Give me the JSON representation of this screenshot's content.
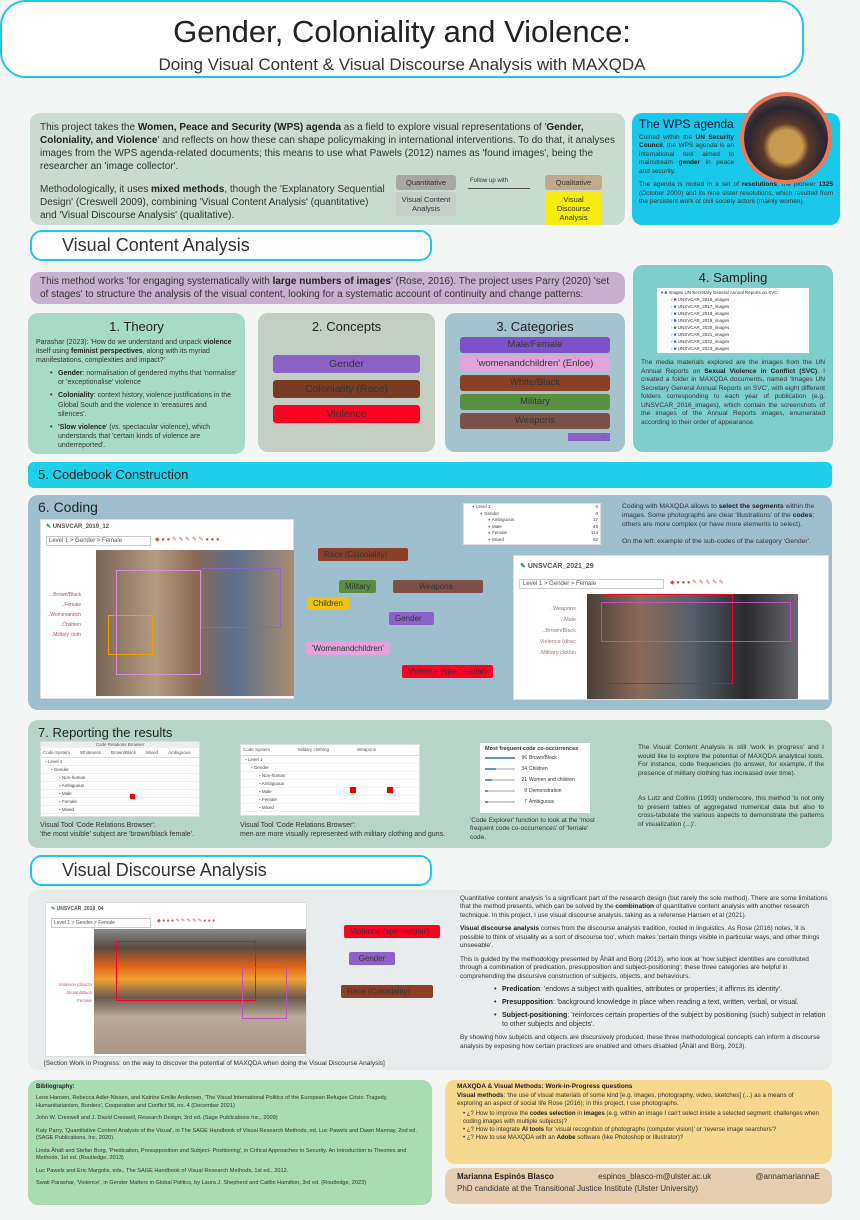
{
  "header": {
    "title": "Gender, Coloniality and Violence:",
    "subtitle": "Doing Visual Content & Visual Discourse Analysis with MAXQDA"
  },
  "intro": {
    "p1": [
      [
        "This project takes the ",
        0
      ],
      [
        "Women, Peace and Security (WPS) agenda",
        1
      ],
      [
        " as a field to explore visual representations of '",
        0
      ],
      [
        "Gender, Coloniality, and Violence",
        1
      ],
      [
        "' and reflects on how these can shape policymaking in international interventions. To do that, it analyses images from the WPS agenda-related documents; this means to use what Pawels (2012) names as 'found images', being the researcher an 'image collector'.",
        0
      ]
    ],
    "p2": [
      [
        "Methodologically, it uses ",
        0
      ],
      [
        "mixed methods",
        1
      ],
      [
        ", though the 'Explanatory Sequential Design' (Creswell 2009), combining 'Visual Content Analysis' (quantitative) and 'Visual Discourse Analysis' (qualitative).",
        0
      ]
    ],
    "flow": {
      "quant": "Quantitative",
      "quant_sub": "Visual Content Analysis",
      "arrow": "Follow up with",
      "qual": "Qualitative",
      "qual_sub": "Visual Discourse Analysis"
    }
  },
  "wps": {
    "title": "The WPS agenda",
    "p1": [
      [
        "Coined within the ",
        0
      ],
      [
        "UN Security Council",
        1
      ],
      [
        ", the WPS agenda is an international tool aimed to mainstream ",
        0
      ],
      [
        "gender",
        1
      ],
      [
        " in peace and security.",
        0
      ]
    ],
    "p2": [
      [
        "The agenda is rooted in a set of ",
        0
      ],
      [
        "resolutions",
        1
      ],
      [
        ", the pioneer ",
        0
      ],
      [
        "1325",
        1
      ],
      [
        " (October 2000) and its nine sister resolutions, which resulted from the persistent work of civil society actors (mainly women).",
        0
      ]
    ]
  },
  "vca": {
    "heading": "Visual Content Analysis",
    "lead": [
      [
        "This method works 'for engaging systematically with ",
        0
      ],
      [
        "large numbers of images",
        1
      ],
      [
        "' (Rose, 2016). The project uses Parry (2020) 'set of stages' to structure the analysis of the visual content, looking for a systematic account of continuity and change patterns:",
        0
      ]
    ],
    "theory": {
      "title": "1. Theory",
      "quote": [
        [
          "Parashar (2023): 'How do we understand and unpack ",
          0
        ],
        [
          "violence",
          1
        ],
        [
          " itself using ",
          0
        ],
        [
          "feminist perspectives",
          1
        ],
        [
          ", along with its myriad manifestations, complexities and impact?'",
          0
        ]
      ],
      "bullets": [
        [
          [
            "Gender",
            1
          ],
          [
            ": normalisation of gendered myths that 'normalise' or 'exceptionalise' violence",
            0
          ]
        ],
        [
          [
            "Coloniality",
            1
          ],
          [
            ": context history, violence justifications in the Global South and the violence in 'ereasures and silences'.",
            0
          ]
        ],
        [
          [
            "'Slow violence",
            1
          ],
          [
            "' (vs. spectacular violence), which understands that 'certain kinds of violence are underreported'.",
            0
          ]
        ]
      ]
    },
    "concepts": {
      "title": "2. Concepts",
      "items": [
        "Gender",
        "Coloniality (Race)",
        "Violence"
      ]
    },
    "categories": {
      "title": "3. Categories",
      "items": [
        "Male/Female",
        "'womenandchildren' (Enloe)",
        "White/Black",
        "Military",
        "Weapons"
      ],
      "more": "..."
    },
    "sampling": {
      "title": "4. Sampling",
      "root": "Images UN Secretary General Annual Reports on SVC",
      "folders": [
        "UNSVCAR_2016_images",
        "UNSVCAR_2017_images",
        "UNSVCAR_2018_images",
        "UNSVCAR_2019_images",
        "UNSVCAR_2020_images",
        "UNSVCAR_2021_images",
        "UNSVCAR_2022_images",
        "UNSVCAR_2023_images"
      ],
      "text": [
        [
          "The media materials explored are the images from the UN Annual Reports on ",
          0
        ],
        [
          "Sexual Violence in Conflict (SVC)",
          1
        ],
        [
          ". I created a folder in MAXQDA documents, named 'Images UN Secretary General Annual Reports on SVC', with eight different folders corresponding to each year of publication (e.g. UNSVCAR_2016_images), which contain the screenshots of the images of the Annual Reports images, enumerated according to their order of appearance.",
          0
        ]
      ]
    },
    "codebook": "5. Codebook Construction",
    "coding": {
      "title": "6. Coding",
      "doc1": "UNSVCAR_2019_12",
      "doc1_path": "Level 1 > Gender > Female",
      "doc1_margin": [
        "..Brown/Black",
        "..Female",
        "..Womenandch",
        "..Children",
        "..Military cloth"
      ],
      "tags1": [
        "Race (Coloniality)",
        "Military",
        "Weapons",
        "Children",
        "Gender",
        "'Womenandchildren'",
        "Violence (spectacular)"
      ],
      "tree": [
        {
          "label": "Level 1",
          "n": "0"
        },
        {
          "label": "Gender",
          "n": "0"
        },
        {
          "label": "Ambiguous",
          "n": "17"
        },
        {
          "label": "Male",
          "n": "48"
        },
        {
          "label": "Female",
          "n": "114"
        },
        {
          "label": "Mixed",
          "n": "62"
        }
      ],
      "text": [
        [
          "Coding with MAXQDA allows to ",
          0
        ],
        [
          "select the segments",
          1
        ],
        [
          " within the images. Some photographs are clear 'illustrations' of the ",
          0
        ],
        [
          "codes",
          1
        ],
        [
          "; others are more complex (or have more elements to select).",
          0
        ]
      ],
      "text2": "On the left: example of the sub-codes of the category 'Gender'.",
      "doc2": "UNSVCAR_2021_29",
      "doc2_path": "Level 1 > Gender > Female",
      "doc2_margin": [
        "..Weapons",
        "..Male",
        "..Brown/Black",
        "Violence (direc",
        "..Military clothin"
      ]
    },
    "reporting": {
      "title": "7. Reporting the results",
      "crb_title": "Code Relations Browser",
      "crb1_cols": [
        "Code System",
        "Whiteness",
        "Brown/Black",
        "Mixed",
        "Ambiguous"
      ],
      "crb_rows": [
        "Level 1",
        "Gender",
        "Non-human",
        "Ambiguous",
        "Male",
        "Female",
        "Mixed"
      ],
      "crb2_cols": [
        "Code System",
        "Military clothing",
        "Weapons"
      ],
      "cap1a": "Visual Tool 'Code Relations Browser':",
      "cap1b": "'the most visible' subject are 'brown/black female'.",
      "cap2a": "Visual Tool 'Code Relations Browser':",
      "cap2b": "men are more visually represented with military clothing and guns.",
      "co_title": "Most frequent code co-occurrences",
      "co": [
        {
          "n": "96",
          "label": "Brown/Black",
          "v": 96
        },
        {
          "n": "34",
          "label": "Children",
          "v": 34
        },
        {
          "n": "21",
          "label": "Women and children",
          "v": 21
        },
        {
          "n": "9",
          "label": "Demonstration",
          "v": 9
        },
        {
          "n": "7",
          "label": "Ambiguous",
          "v": 7
        }
      ],
      "cap3": "'Code Explorer' function to look at the 'most frequent code co-occurrences' of 'female' code.",
      "p1": "The Visual Content Analysis is still 'work in progress' and I would like to explore the potential of MAXQDA analytical tools. For instance, code frequencies (to answer, for example, if the presence of military clothing has increased over time).",
      "p2": "As Lutz and Collins (1993) underscore, this method 'is not only to present tables of aggregated numerical data but also to cross-tabulate the various aspects to demonstrate the patterns of visualization (...)'."
    }
  },
  "vda": {
    "heading": "Visual Discourse Analysis",
    "doc": "UNSVCAR_2018_04",
    "doc_path": "Level 1 > Gender > Female",
    "margin": [
      "Violence (directa",
      "..Brown/Black",
      "..Female"
    ],
    "tags": [
      "Violence (spectacular)",
      "Gender",
      "Race (Coloniality)"
    ],
    "caption": "[Section Work in Progress: on the way to discover the potential of MAXQDA when doing the Visual Discourse Analysis]",
    "p1": [
      [
        "Quantitative content analysis 'is a significant part of the research design (but rarely the sole method). There are some limitations that the method presents, which can be solved by the ",
        0
      ],
      [
        "combination",
        1
      ],
      [
        " of quantitative content analysis with another research technique. In this project, I use visual discourse analysis, taking as a referense Hansen et al (2021).",
        0
      ]
    ],
    "p2": [
      [
        "Visual discourse analysis",
        1
      ],
      [
        " comes from the discourse analysis tradition, rooted in linguistics. As Rose (2016) notes, 'it is possible to think of visuality as a sort of discourse too', which makes 'certain things visible in particular ways, and other things unseeable'.",
        0
      ]
    ],
    "p3": [
      [
        "This is guided by the methodology presented by Åhäll and Borg (2013), who look at 'how subject identities are constituted through a combination of predication, presupposition and subject-positioning'; these three categories are helpful in comprehending the discursive construction of subjects, objects, and behaviours.",
        0
      ]
    ],
    "bullets": [
      [
        [
          "Predication",
          1
        ],
        [
          ": 'endows a subject with qualities, attributes or properties; it affirms its identity'.",
          0
        ]
      ],
      [
        [
          "Presupposition",
          1
        ],
        [
          ": 'background knowledge in place when reading a text, written, verbal, or visual.",
          0
        ]
      ],
      [
        [
          "Subject-positioning",
          1
        ],
        [
          ": 'reinforces certain properties of the subject by positioning (such) subject in relation to other subjects and objects'.",
          0
        ]
      ]
    ],
    "p4": [
      [
        "By showing how subjects and objects are discursively produced, these three methodological concepts can inform a discourse analysis by exposing how certain practices are enabled and others disabled (Åhäll and Borg, 2013).",
        0
      ]
    ]
  },
  "bibliography": {
    "title": "Bibliography:",
    "items": [
      "Lene Hansen, Rebecca Adler-Nissen, and Katrine Emilie Andersen, 'The Visual International Politics of the European Refugee Crisis: Tragedy, Humanitarianism, Borders', Cooperation and Conflict 56, no. 4 (December 2021)",
      "John W. Creswell and J. David Creswell, Research Design, 3rd ed. (Sage Publications Inc., 2009)",
      "Katy Parry, 'Quantitative Content Analysis of the Visual', in The SAGE Handbook of Visual Research Methods, ed. Luc Pawels and Dawn Mannay, 2nd ed. (SAGE Publications, Inc, 2020).",
      "Linda Åhäll and Stefan Borg, 'Predication, Presupposition and Subject- Positioning', in Critical Approaches to Security. An Introduction to Theories and Methods, 1st ed. (Routledge, 2013)",
      "Luc Pawels and Eric Margolis, eds., The SAGE Handbook of Visual Research Methods, 1st ed., 2012.",
      "Swati Parashar, 'Violence', in Gender Matters in Global Politics, by Laura J. Shepherd and Caitlin Hamilton, 3rd ed. (Routledge, 2023)"
    ]
  },
  "questions": {
    "title": "MAXQDA & Visual Methods: Work-in-Progress questions",
    "lead": [
      [
        "Visual methods",
        1
      ],
      [
        ": 'the use of visual materials of some kind [e.g. images, photography, video, sketches] (...) as a means of exploring an aspect of social life Rose (2016); in this project, I use photographs.",
        0
      ]
    ],
    "items": [
      [
        [
          "¿? How to improve the ",
          0
        ],
        [
          "codes selection",
          1
        ],
        [
          " in ",
          0
        ],
        [
          "images",
          1
        ],
        [
          " (e.g. within an image I can't select inside a selected segment; challenges when coding images with multiple subjects)?",
          0
        ]
      ],
      [
        [
          "¿? How to integrate ",
          0
        ],
        [
          "AI tools",
          1
        ],
        [
          " for 'visual recognition of photographs (computer vision)' or 'reverse image searchers'?",
          0
        ]
      ],
      [
        [
          "¿? How to use MAXQDA with an ",
          0
        ],
        [
          "Adobe",
          1
        ],
        [
          " software (like Photoshop or Illustrator)?",
          0
        ]
      ]
    ]
  },
  "author": {
    "name": "Marianna Espinós Blasco",
    "email": "espinos_blasco-m@ulster.ac.uk",
    "handle": "@annamariannaE",
    "role": "PhD candidate at the Transitional Justice Institute (Ulster University)"
  },
  "colors": {
    "cyan": "#1fc6e8",
    "gender": "#8c62c9",
    "race": "#7a3b25",
    "violence": "#ff0022",
    "military": "#5a8f42",
    "weapons": "#7d5148",
    "children": "#f4c20d",
    "wac": "#e3a3dc"
  }
}
